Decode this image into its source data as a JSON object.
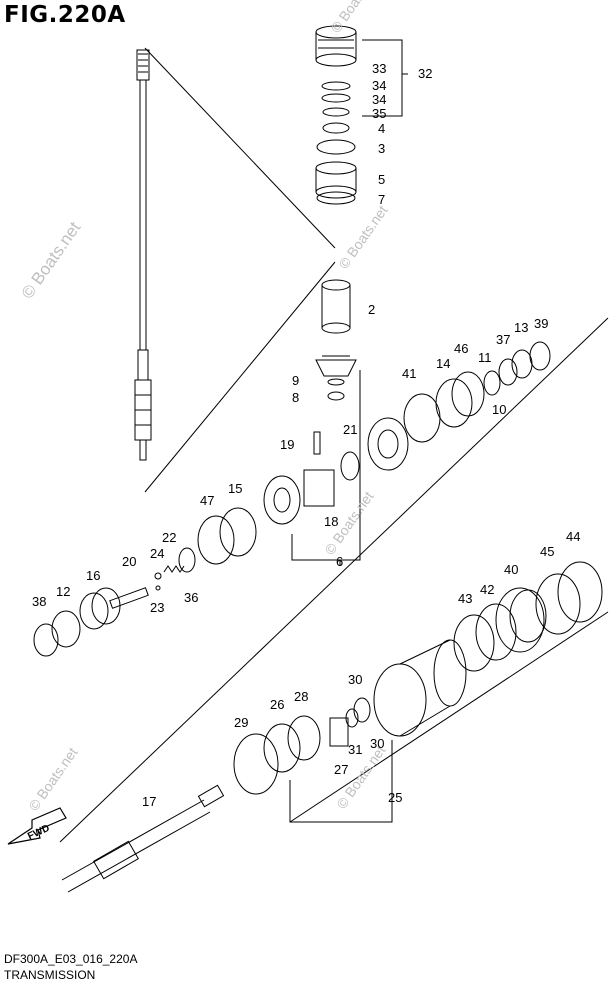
{
  "figure": {
    "title": "FIG.220A",
    "code": "DF300A_E03_016_220A",
    "name": "TRANSMISSION",
    "fwd_label": "FWD",
    "watermark": "© Boats.net"
  },
  "callouts": [
    "33",
    "34",
    "34",
    "35",
    "4",
    "3",
    "5",
    "7",
    "32",
    "2",
    "9",
    "8",
    "41",
    "14",
    "46",
    "11",
    "37",
    "13",
    "39",
    "10",
    "19",
    "21",
    "18",
    "6",
    "47",
    "15",
    "20",
    "22",
    "24",
    "23",
    "36",
    "16",
    "12",
    "38",
    "44",
    "45",
    "40",
    "42",
    "43",
    "30",
    "28",
    "26",
    "29",
    "31",
    "30",
    "27",
    "25",
    "17"
  ]
}
